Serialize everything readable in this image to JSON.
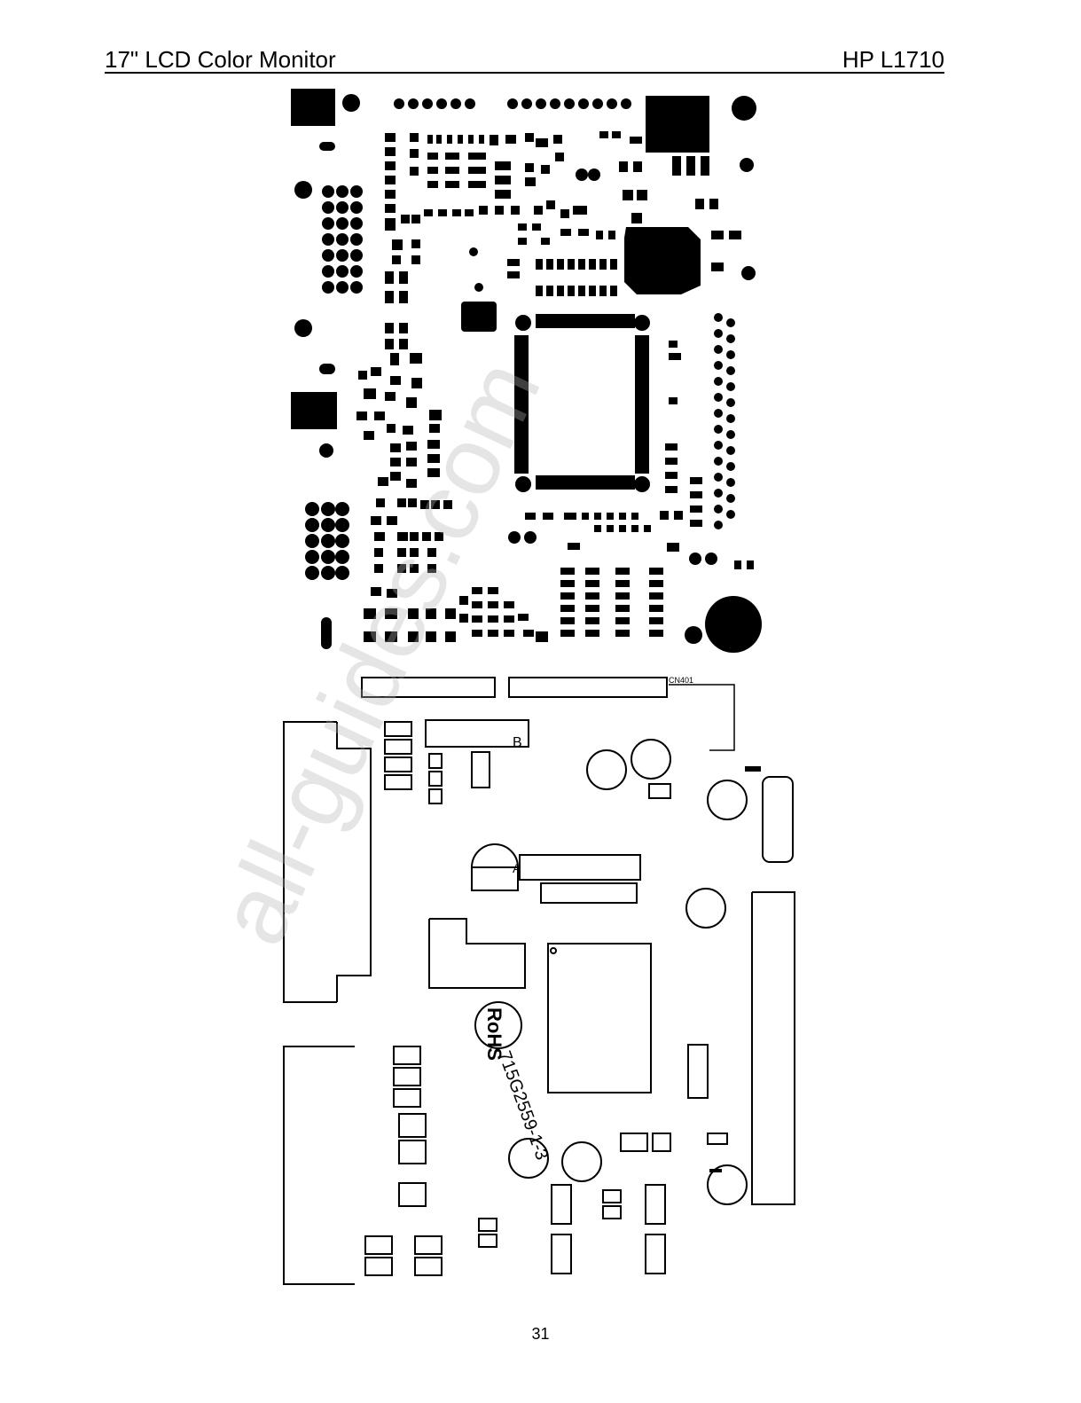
{
  "header": {
    "left_title": "17\" LCD Color Monitor",
    "right_title": "HP L1710"
  },
  "footer": {
    "page_number": "31"
  },
  "watermark": {
    "text": "all-guides.com"
  },
  "pcb_bottom": {
    "part_number": "715G2559-1-3",
    "rohs_label": "RoHS",
    "connector_label": "CN401",
    "markers": [
      "A",
      "B"
    ]
  },
  "colors": {
    "ink": "#000000",
    "watermark": "#b4b4b4"
  }
}
